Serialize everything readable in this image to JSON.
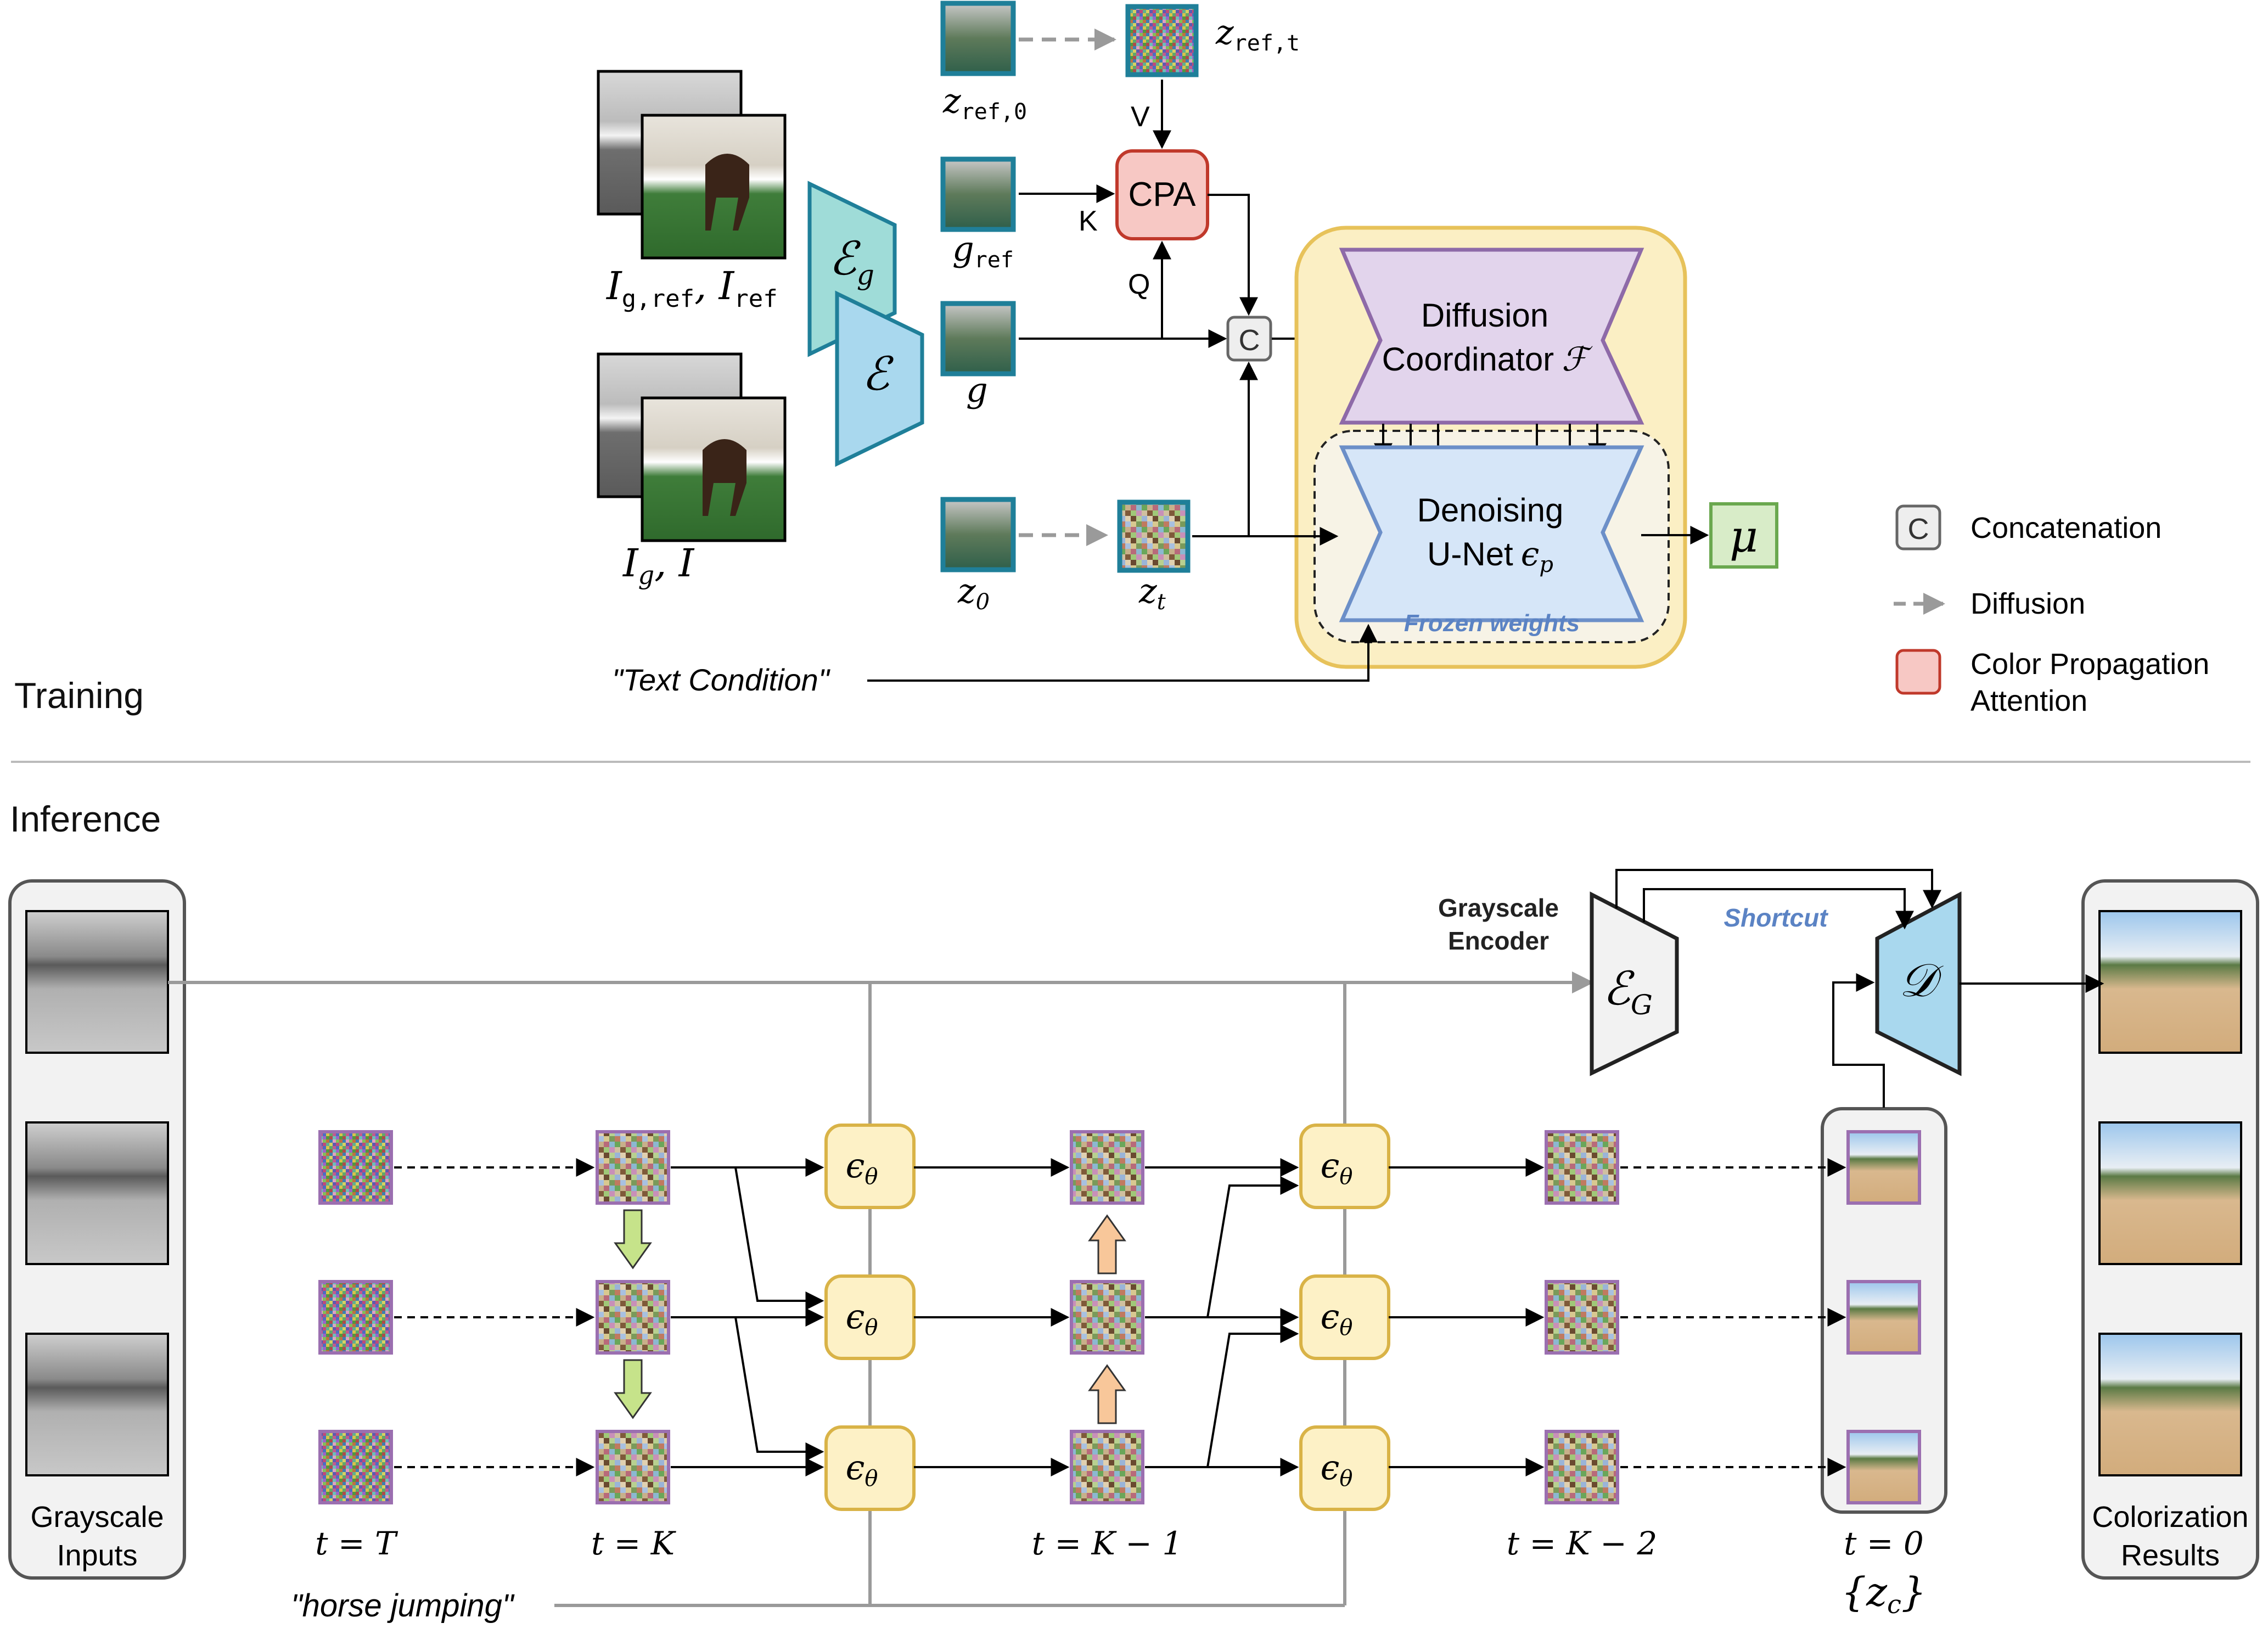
{
  "training": {
    "section_label": "Training",
    "labels": {
      "i_g_ref": "I",
      "i_g_ref_sub": "g,ref",
      "i_ref": "I",
      "i_ref_sub": "ref",
      "i_g": "I",
      "i_g_sub": "g",
      "i": "I",
      "enc_g": "ℰ",
      "enc_g_sub": "g",
      "enc": "ℰ",
      "z_ref0": "z",
      "z_ref0_sub": "ref,0",
      "z_reft": "z",
      "z_reft_sub": "ref,t",
      "g_ref": "g",
      "g_ref_sub": "ref",
      "g": "g",
      "z0": "z",
      "z0_sub": "0",
      "zt": "z",
      "zt_sub": "t",
      "k": "K",
      "v": "V",
      "q": "Q",
      "cpa": "CPA",
      "concat": "C",
      "coordinator_line1": "Diffusion",
      "coordinator_line2": "Coordinator",
      "coordinator_sym": "ℱ",
      "unet_line1": "Denoising",
      "unet_line2": "U-Net",
      "unet_sym": "ϵ",
      "unet_sym_sub": "p",
      "frozen": "Frozen weights",
      "mu": "μ",
      "text_condition": "\"Text Condition\""
    }
  },
  "legend": {
    "concat_symbol": "C",
    "concat_label": "Concatenation",
    "diffusion_label": "Diffusion",
    "cpa_label_line1": "Color Propagation",
    "cpa_label_line2": "Attention"
  },
  "inference": {
    "section_label": "Inference",
    "grayscale_inputs_line1": "Grayscale",
    "grayscale_inputs_line2": "Inputs",
    "colorization_line1": "Colorization",
    "colorization_line2": "Results",
    "encoder_label_line1": "Grayscale",
    "encoder_label_line2": "Encoder",
    "encoder_sym": "ℰ",
    "encoder_sym_sub": "G",
    "decoder_sym": "𝒟",
    "shortcut": "Shortcut",
    "eps": "ϵ",
    "eps_sub": "θ",
    "t_T": "t = T",
    "t_K": "t = K",
    "t_K1": "t = K − 1",
    "t_K2": "t = K − 2",
    "t_0": "t = 0",
    "zc": "{z",
    "zc_sub": "c",
    "zc_close": "}",
    "prompt": "\"horse jumping\""
  },
  "colors": {
    "encoder_teal": "#9fdcd8",
    "encoder_blue": "#a9d8ee",
    "encoder_stroke": "#1f7f99",
    "cpa_fill": "#f7c8c4",
    "cpa_stroke": "#c0392b",
    "coordinator_fill": "#e2d4ec",
    "coordinator_stroke": "#8e6aa8",
    "unet_fill": "#d6e6f8",
    "unet_stroke": "#6c8fc8",
    "frozen_panel_fill": "#fbefc4",
    "frozen_panel_stroke": "#e7c25a",
    "mu_fill": "#d8ecc8",
    "mu_stroke": "#6aa84f",
    "eps_fill": "#fdf1c6",
    "eps_stroke": "#d9b347",
    "latent_frame": "#9b6fb0",
    "green_arrow": "#c6e38a",
    "orange_arrow": "#f8c79a"
  }
}
